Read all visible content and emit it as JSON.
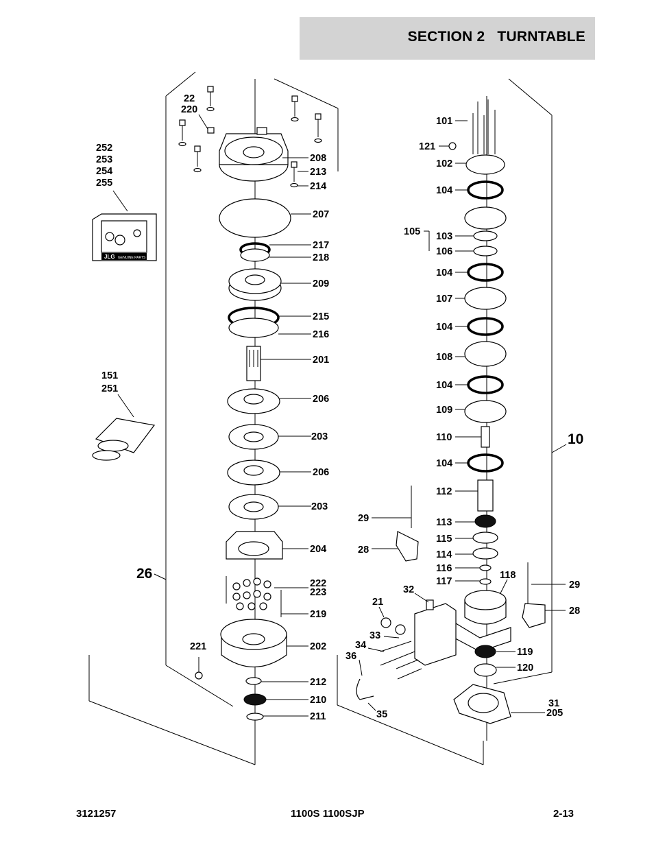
{
  "header": {
    "title": "SECTION 2   TURNTABLE"
  },
  "footer": {
    "doc_number": "3121257",
    "models": "1100S 1100SJP",
    "page": "2-13"
  },
  "diagram": {
    "assembly_labels": {
      "brake": "26",
      "motor": "10"
    },
    "kit_labels": [
      "252",
      "253",
      "254",
      "255",
      "151",
      "251"
    ],
    "left_callouts": [
      "22",
      "220",
      "208",
      "213",
      "214",
      "207",
      "217",
      "218",
      "209",
      "215",
      "216",
      "201",
      "206",
      "203",
      "206",
      "203",
      "204",
      "222",
      "223",
      "219",
      "221",
      "202",
      "212",
      "210",
      "211"
    ],
    "right_callouts": [
      "101",
      "121",
      "102",
      "104",
      "105",
      "103",
      "106",
      "104",
      "107",
      "104",
      "108",
      "104",
      "109",
      "110",
      "104",
      "112",
      "29",
      "113",
      "115",
      "28",
      "114",
      "116",
      "117",
      "118",
      "29",
      "28",
      "32",
      "21",
      "33",
      "34",
      "36",
      "119",
      "120",
      "35",
      "31",
      "205"
    ],
    "badge_text": "JLG",
    "badge_subtext": "GENUINE PARTS"
  }
}
